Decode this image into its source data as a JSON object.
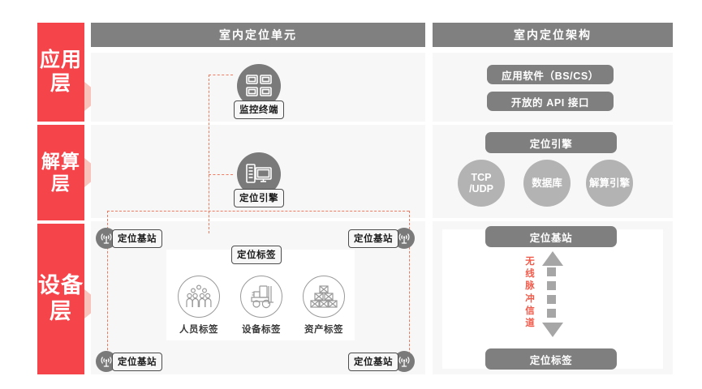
{
  "layers": [
    {
      "id": "application",
      "label": "应用层"
    },
    {
      "id": "calculation",
      "label": "解算层"
    },
    {
      "id": "device",
      "label": "设备层"
    }
  ],
  "columns": {
    "left": {
      "header": "室内定位单元"
    },
    "right": {
      "header": "室内定位架构"
    }
  },
  "left_column": {
    "application": {
      "node": {
        "icon": "monitor-grid-icon",
        "label": "监控终端"
      }
    },
    "calculation": {
      "node": {
        "icon": "server-monitor-icon",
        "label": "定位引擎"
      }
    },
    "device": {
      "base_stations": [
        {
          "position": "top-left",
          "icon": "antenna-icon",
          "label": "定位基站"
        },
        {
          "position": "top-right",
          "icon": "antenna-icon",
          "label": "定位基站"
        },
        {
          "position": "bottom-left",
          "icon": "antenna-icon",
          "label": "定位基站"
        },
        {
          "position": "bottom-right",
          "icon": "antenna-icon",
          "label": "定位基站"
        }
      ],
      "tag_group": {
        "title": "定位标签",
        "items": [
          {
            "icon": "people-group-icon",
            "label": "人员标签"
          },
          {
            "icon": "forklift-icon",
            "label": "设备标签"
          },
          {
            "icon": "stacked-boxes-icon",
            "label": "资产标签"
          }
        ]
      }
    }
  },
  "right_column": {
    "application": {
      "pills": [
        "应用软件（BS/CS）",
        "开放的 API 接口"
      ]
    },
    "calculation": {
      "pill": "定位引擎",
      "circles": [
        "TCP\n/UDP",
        "数据库",
        "解算引擎"
      ],
      "circle_tcp_line1": "TCP",
      "circle_tcp_line2": "/UDP",
      "circle_db": "数据库",
      "circle_engine": "解算引擎"
    },
    "device": {
      "top_pill": "定位基站",
      "bottom_pill": "定位标签",
      "channel_label": "无线脉冲信道",
      "channel_chars": [
        "无",
        "线",
        "脉",
        "冲",
        "信",
        "道"
      ]
    }
  },
  "colors": {
    "red_tab": "#f6444b",
    "arrow_pink": "#f9c3bb",
    "header_grey": "#808080",
    "pill_grey": "#7f7f7f",
    "circle_grey": "#b3b3b3",
    "panel_grey": "#f7f7f7",
    "dash_orange": "#f07a5f",
    "channel_text": "#f05a4a",
    "icon_circle": "#7a7a7a"
  }
}
